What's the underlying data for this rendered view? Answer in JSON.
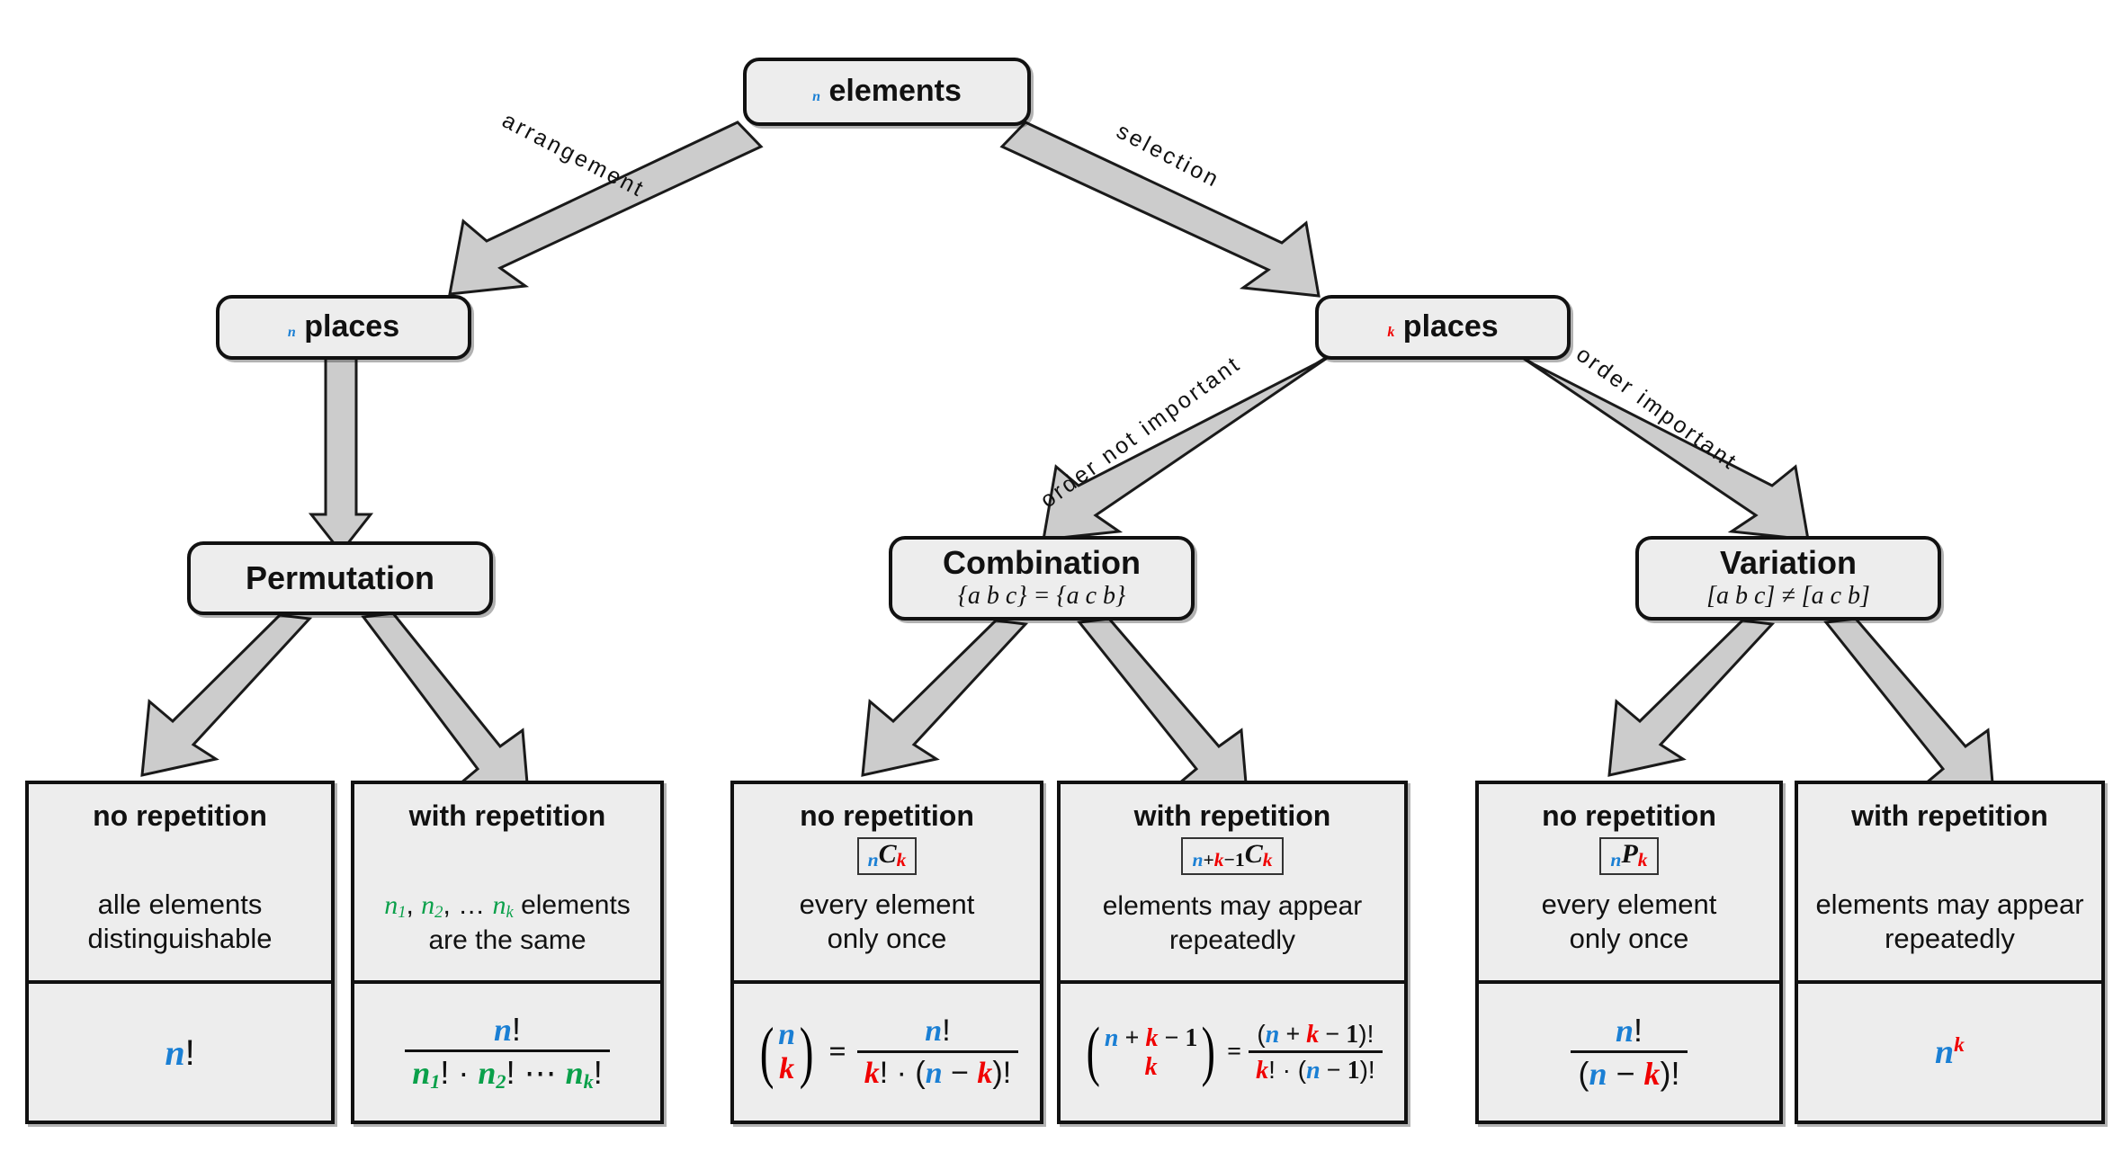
{
  "diagram": {
    "title": "Combinatorics decision tree",
    "colors": {
      "n": "#1a7fd4",
      "k": "#f00000",
      "ni": "#0aa04a",
      "box_fill": "#ededed",
      "box_border": "#111111",
      "arrow_fill": "#cccccc"
    }
  },
  "root": {
    "var": "n",
    "label": "elements"
  },
  "level2": [
    {
      "id": "n-places",
      "var": "n",
      "label": "places"
    },
    {
      "id": "k-places",
      "var": "k",
      "label": "places"
    }
  ],
  "level3": [
    {
      "id": "permutation",
      "title": "Permutation",
      "sub": ""
    },
    {
      "id": "combination",
      "title": "Combination",
      "sub": "{a b c} = {a c b}"
    },
    {
      "id": "variation",
      "title": "Variation",
      "sub": "[a b c] ≠ [a c b]"
    }
  ],
  "edges": [
    {
      "id": "arrangement",
      "label": "arrangement",
      "from": "n-elements",
      "to": "n-places"
    },
    {
      "id": "selection",
      "label": "selection",
      "from": "n-elements",
      "to": "k-places"
    },
    {
      "id": "order-not-important",
      "label": "order not important",
      "from": "k-places",
      "to": "combination"
    },
    {
      "id": "order-important",
      "label": "order important",
      "from": "k-places",
      "to": "variation"
    }
  ],
  "leaves": [
    {
      "id": "perm-no-rep",
      "head": "no repetition",
      "notation": "",
      "desc": "alle elements\ndistinguishable",
      "formula": "n!"
    },
    {
      "id": "perm-with-rep",
      "head": "with repetition",
      "notation": "",
      "desc": "n₁, n₂, … nₖ elements\nare the same",
      "formula": "n! / (n₁! · n₂! ⋯ nₖ!)"
    },
    {
      "id": "comb-no-rep",
      "head": "no repetition",
      "notation": "nCk",
      "desc": "every element\nonly once",
      "formula": "(n choose k) = n! / (k! · (n − k)!)"
    },
    {
      "id": "comb-with-rep",
      "head": "with repetition",
      "notation": "n+k−1Ck",
      "desc": "elements may appear\nrepeatedly",
      "formula": "(n+k−1 choose k) = (n+k−1)! / (k! · (n − 1)!)"
    },
    {
      "id": "var-no-rep",
      "head": "no repetition",
      "notation": "nPk",
      "desc": "every element\nonly once",
      "formula": "n! / (n − k)!"
    },
    {
      "id": "var-with-rep",
      "head": "with repetition",
      "notation": "",
      "desc": "elements may appear\nrepeatedly",
      "formula": "n^k"
    }
  ]
}
